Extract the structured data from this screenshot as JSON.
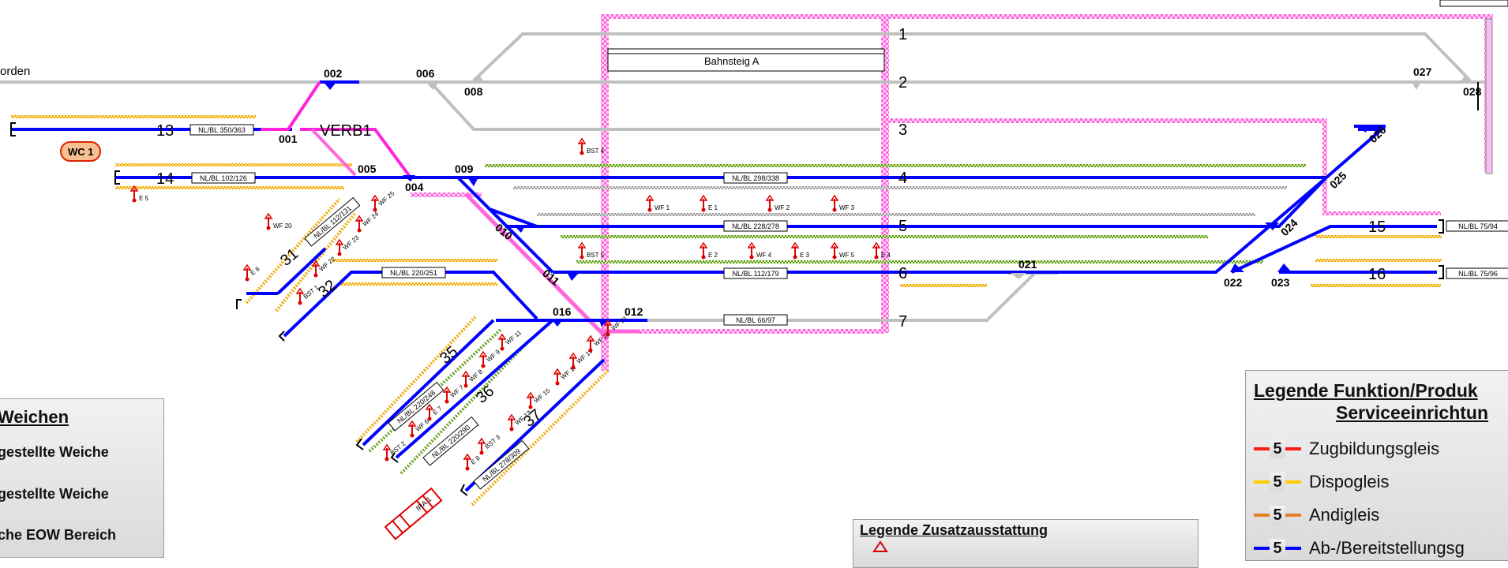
{
  "colors": {
    "main_track": "#0000ff",
    "inactive_track": "#c0c0c0",
    "connector": "#ff00ff",
    "pink_hatch": "#ff88ee",
    "orange_hatch": "#f5b400",
    "green_hatch": "#6aa020",
    "equipment_red": "#dd0000",
    "wc_fill": "#f8c090",
    "wc_border": "#dd2200"
  },
  "top_left_label": "orden",
  "platform_label": "Bahnsteig A",
  "verbindung_label": "VERB1",
  "wc_label": "WC 1",
  "ira_label": "IRA 1",
  "switches": [
    "002",
    "006",
    "008",
    "001",
    "005",
    "004",
    "009",
    "010",
    "011",
    "016",
    "012",
    "027",
    "028",
    "026",
    "025",
    "024",
    "021",
    "022",
    "023"
  ],
  "track_numbers": [
    "1",
    "2",
    "3",
    "4",
    "5",
    "6",
    "7",
    "13",
    "14",
    "15",
    "16",
    "31",
    "32",
    "35",
    "36",
    "37"
  ],
  "track_tags": [
    "NL/BL 350/363",
    "NL/BL 102/126",
    "NL/BL 298/338",
    "NL/BL 228/278",
    "NL/BL 112/179",
    "NL/BL 66/97",
    "NL/BL 75/94",
    "NL/BL 75/96",
    "NL/BL 220/251",
    "NL/BL 112/131",
    "NL/BL 220/248",
    "NL/BL 220/290",
    "NL/BL 278/309"
  ],
  "equipment": [
    "BST 4",
    "E 5",
    "WF 1",
    "E 1",
    "WF 2",
    "WF 3",
    "BST 5",
    "E 2",
    "WF 4",
    "E 3",
    "WF 5",
    "E 4",
    "WF 20",
    "E 6",
    "BST 1",
    "WF 22",
    "WF 23",
    "WF 24",
    "WF 25",
    "BST 2",
    "WF 6",
    "E 7",
    "WF 7",
    "WF 8",
    "WF 9",
    "WF 11",
    "E 8",
    "BST 3",
    "WF 13",
    "WF 15",
    "WF 17",
    "WF 19",
    "WF 20",
    "WF 21"
  ],
  "legend_weichen": {
    "title": "Weichen",
    "items": [
      "gestellte Weiche",
      "gestellte Weiche",
      "che EOW Bereich"
    ]
  },
  "legend_zusatz": {
    "title": "Legende Zusatzausstattung"
  },
  "legend_funktion": {
    "title_line1": "Legende Funktion/Produk",
    "title_line2": "Serviceeinrichtun",
    "items": [
      {
        "label": "Zugbildungsgleis",
        "num": "5",
        "color": "#ff1a1a"
      },
      {
        "label": "Dispogleis",
        "num": "5",
        "color": "#ffcc00"
      },
      {
        "label": "Andigleis",
        "num": "5",
        "color": "#e67e22"
      },
      {
        "label": "Ab-/Bereitstellungsg",
        "num": "5",
        "color": "#0000ff"
      }
    ]
  }
}
